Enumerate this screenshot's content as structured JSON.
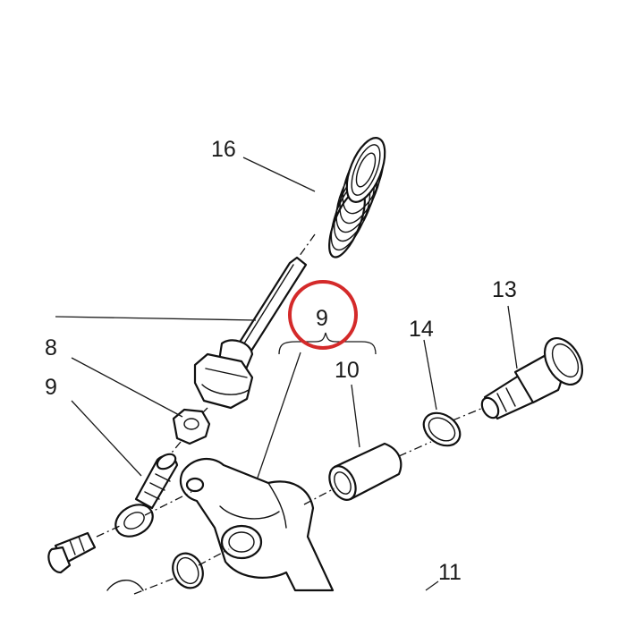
{
  "diagram": {
    "callouts": [
      {
        "id": "label-16",
        "text": "16"
      },
      {
        "id": "label-9-bracket",
        "text": "9"
      },
      {
        "id": "label-13",
        "text": "13"
      },
      {
        "id": "label-14",
        "text": "14"
      },
      {
        "id": "label-10",
        "text": "10"
      },
      {
        "id": "label-11",
        "text": "11"
      },
      {
        "id": "label-8-partial",
        "text": "8"
      },
      {
        "id": "label-9-partial",
        "text": "9"
      }
    ],
    "highlight": {
      "target": "9",
      "color": "#d42a2a"
    },
    "line_color": "#111111"
  }
}
